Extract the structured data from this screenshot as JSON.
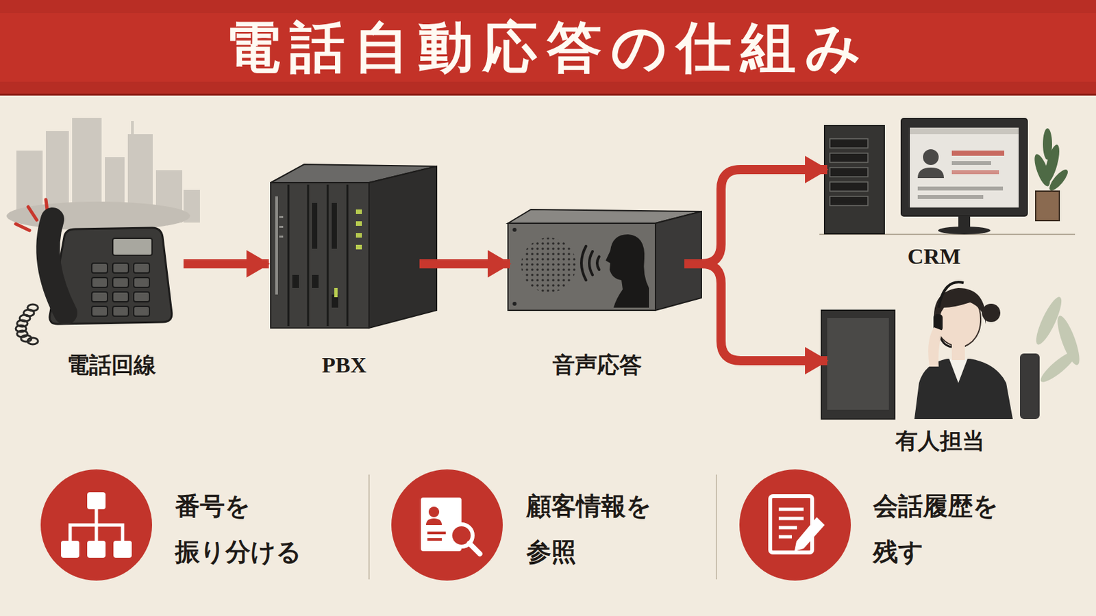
{
  "diagram": {
    "title": "電話自動応答の仕組み",
    "nodes": [
      {
        "text": [
          "電話回線"
        ]
      },
      {
        "text": [
          "PBX"
        ]
      },
      {
        "text": [
          "音声応答"
        ]
      },
      {
        "text": [
          "CRM"
        ]
      },
      {
        "text": [
          "有人担当"
        ]
      }
    ],
    "edges": [
      {
        "from": 0,
        "to": 1,
        "arrow": "to"
      },
      {
        "from": 1,
        "to": 2,
        "arrow": "to"
      },
      {
        "from": 2,
        "to": 3,
        "arrow": "to"
      },
      {
        "from": 2,
        "to": 4,
        "arrow": "to"
      }
    ],
    "labels": [
      "番号を 振り分ける",
      "顧客情報を 参照",
      "会話履歴を 残す"
    ]
  }
}
